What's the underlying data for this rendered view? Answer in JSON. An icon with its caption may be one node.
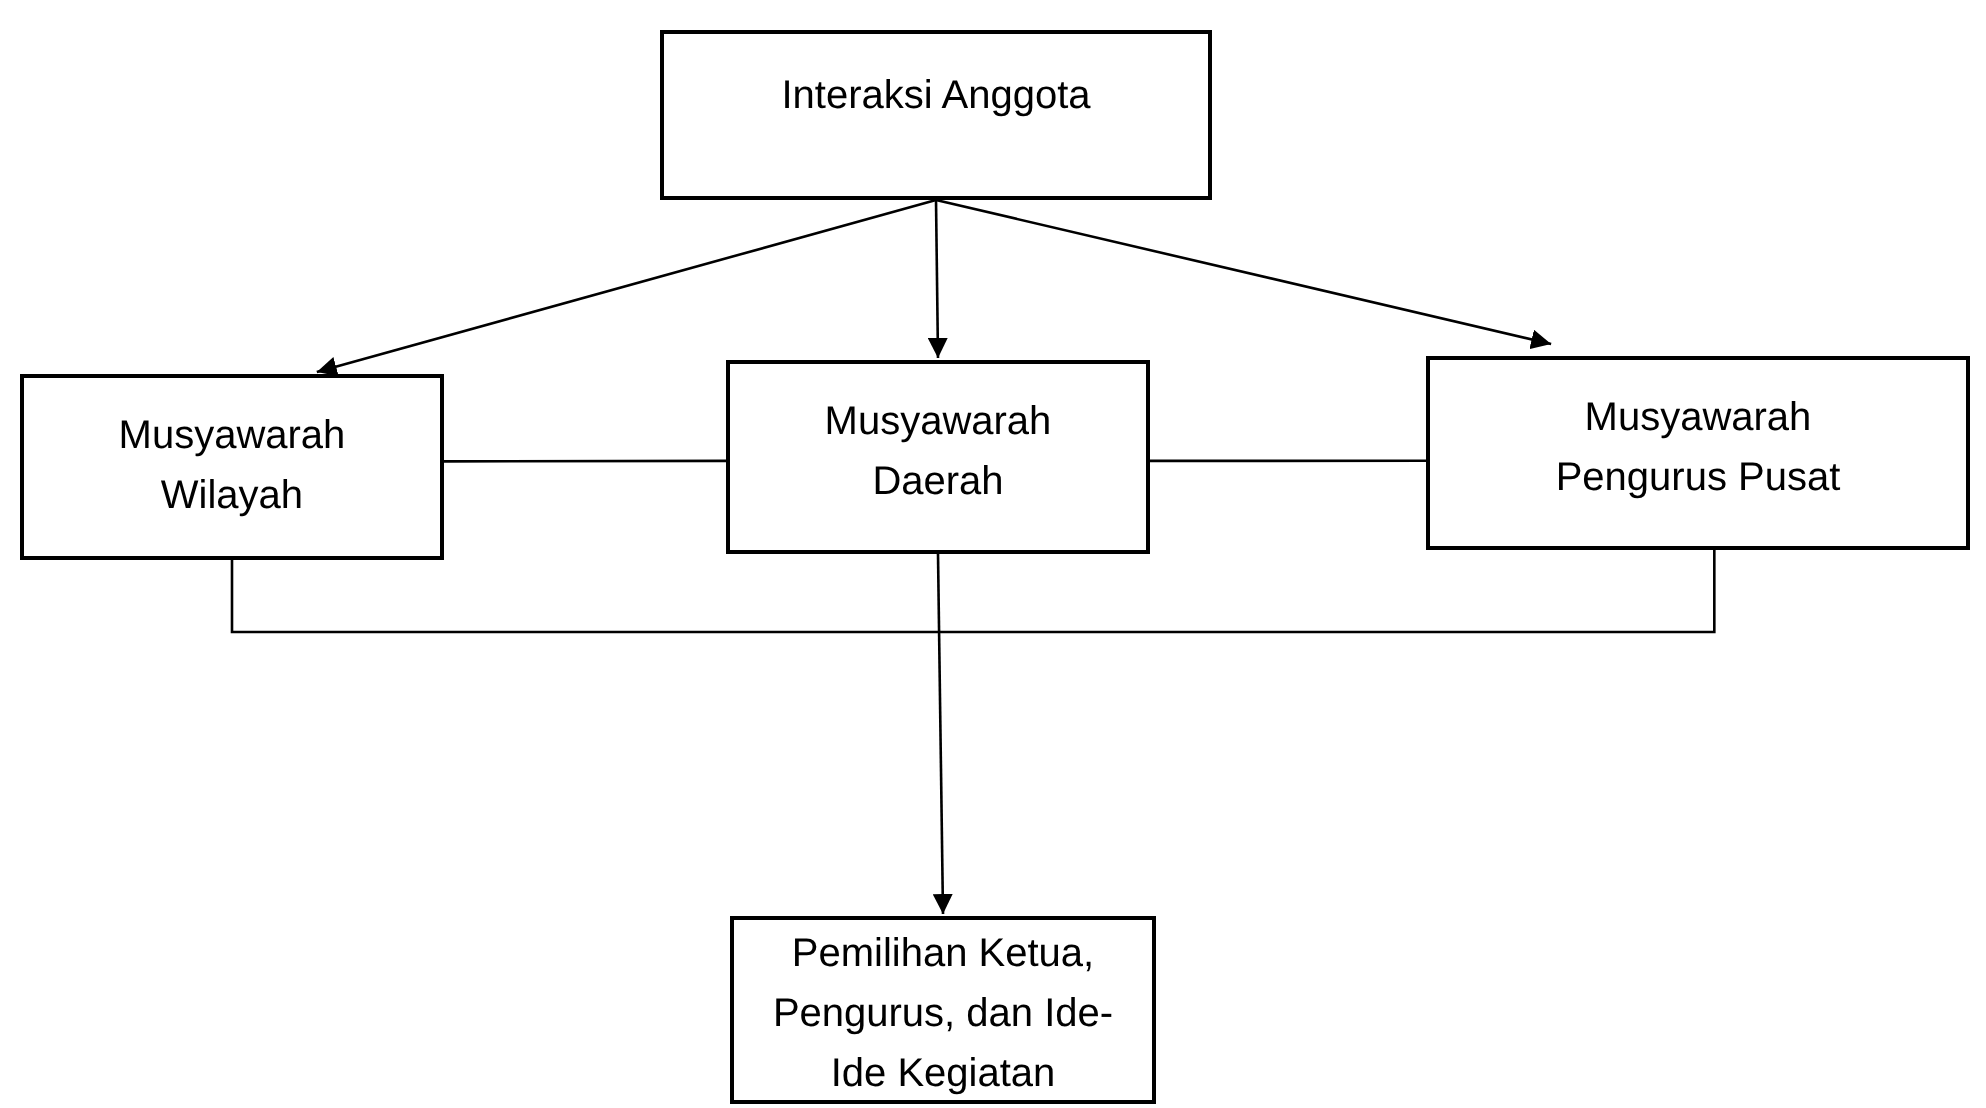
{
  "diagram": {
    "nodes": [
      {
        "text": [
          "Interaksi Anggota"
        ]
      },
      {
        "text": [
          "Musyawarah Wilayah"
        ]
      },
      {
        "text": [
          "Musyawarah Daerah"
        ]
      },
      {
        "text": [
          "Musyawarah Pengurus Pusat"
        ]
      },
      {
        "text": [
          "Pemilihan Ketua, Pengurus, dan Ide- Ide Kegiatan"
        ]
      }
    ],
    "edges": [
      {
        "from": 0,
        "to": 1,
        "arrow": "to"
      },
      {
        "from": 0,
        "to": 2,
        "arrow": "to"
      },
      {
        "from": 0,
        "to": 3,
        "arrow": "to"
      },
      {
        "from": 1,
        "to": 2,
        "arrow": "none"
      },
      {
        "from": 2,
        "to": 3,
        "arrow": "none"
      },
      {
        "from": 1,
        "to": 3,
        "arrow": "none"
      },
      {
        "from": 2,
        "to": 4,
        "arrow": "to"
      }
    ]
  }
}
